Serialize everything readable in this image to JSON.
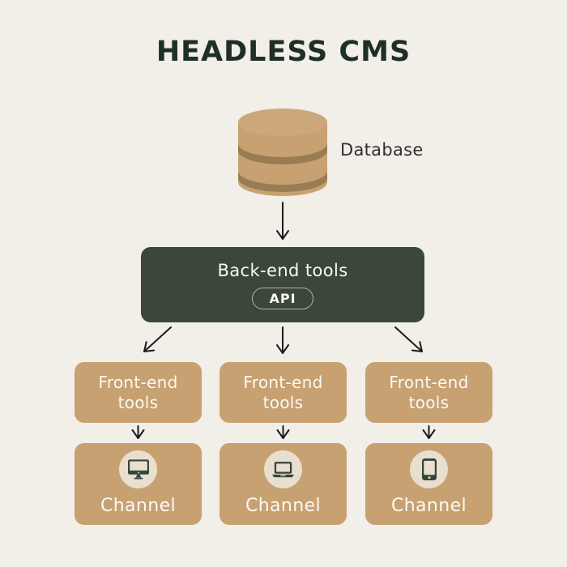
{
  "title": "HEADLESS CMS",
  "database": {
    "label": "Database",
    "icon": "database-cylinder-icon"
  },
  "backend": {
    "label": "Back-end tools",
    "api_badge": "API"
  },
  "frontend": {
    "items": [
      {
        "label": "Front-end tools"
      },
      {
        "label": "Front-end tools"
      },
      {
        "label": "Front-end tools"
      }
    ]
  },
  "channels": {
    "items": [
      {
        "label": "Channel",
        "icon": "desktop-monitor-icon"
      },
      {
        "label": "Channel",
        "icon": "laptop-icon"
      },
      {
        "label": "Channel",
        "icon": "smartphone-icon"
      }
    ]
  },
  "colors": {
    "background": "#f2eee8",
    "title_text": "#1e3026",
    "backend_box": "#3b4738",
    "tan_box": "#c7a171",
    "cylinder_band": "#9a7c53",
    "cylinder_top": "#cba77a",
    "circle_bg": "#e8dfcf",
    "icon_green": "#36453c",
    "arrow": "#1b1b1b",
    "white_text": "#fbf9f5"
  }
}
